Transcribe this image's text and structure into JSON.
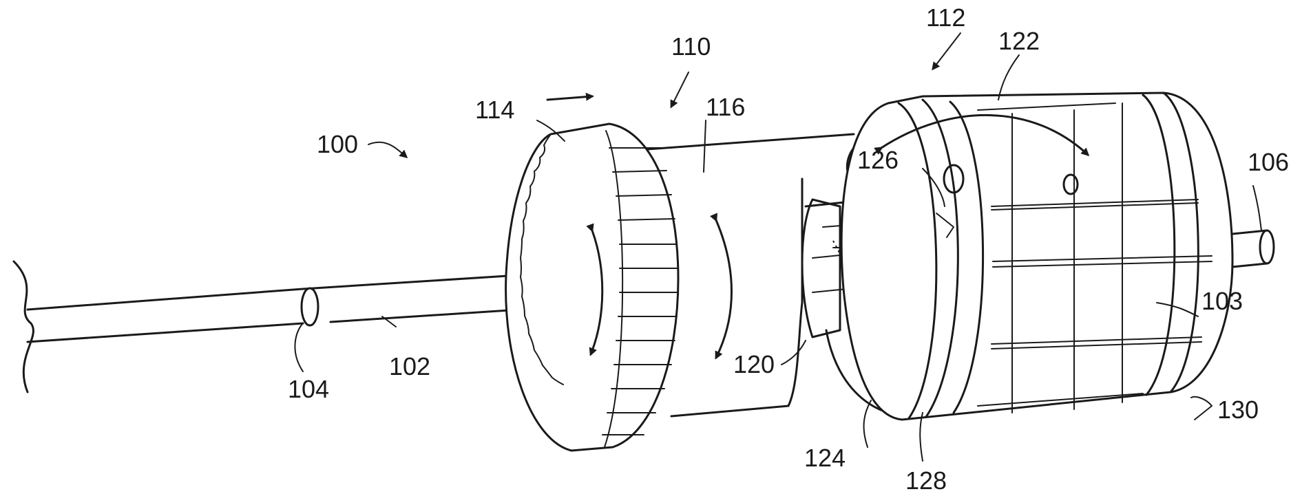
{
  "figure": {
    "labels": {
      "l100": "100",
      "l102": "102",
      "l103": "103",
      "l104": "104",
      "l106": "106",
      "l110": "110",
      "l112": "112",
      "l114": "114",
      "l116": "116",
      "l120": "120",
      "l122": "122",
      "l124": "124",
      "l126": "126",
      "l128": "128",
      "l130": "130"
    }
  }
}
